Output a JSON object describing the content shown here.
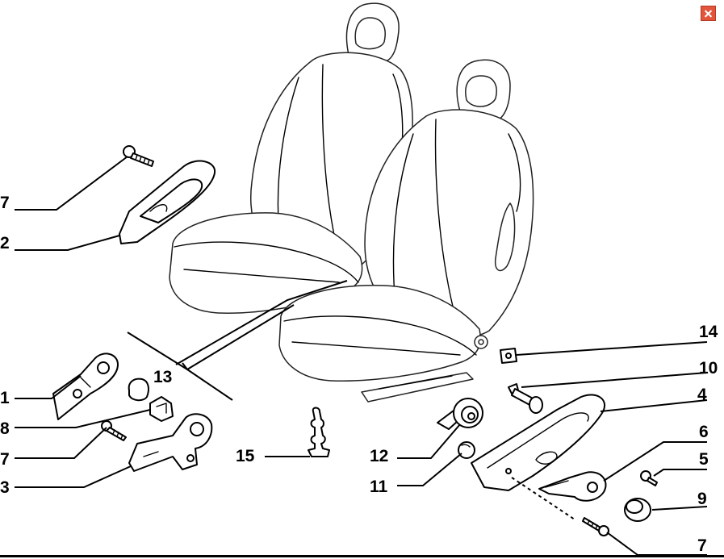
{
  "window": {
    "close_icon": "close-icon",
    "accent_color": "#e2553b"
  },
  "diagram": {
    "callouts": [
      {
        "id": "7",
        "label": "7"
      },
      {
        "id": "2",
        "label": "2"
      },
      {
        "id": "1",
        "label": "1"
      },
      {
        "id": "13",
        "label": "13"
      },
      {
        "id": "8",
        "label": "8"
      },
      {
        "id": "7b",
        "label": "7"
      },
      {
        "id": "3",
        "label": "3"
      },
      {
        "id": "15",
        "label": "15"
      },
      {
        "id": "12",
        "label": "12"
      },
      {
        "id": "11",
        "label": "11"
      },
      {
        "id": "14",
        "label": "14"
      },
      {
        "id": "10",
        "label": "10"
      },
      {
        "id": "4",
        "label": "4"
      },
      {
        "id": "6",
        "label": "6"
      },
      {
        "id": "5",
        "label": "5"
      },
      {
        "id": "9",
        "label": "9"
      },
      {
        "id": "7c",
        "label": "7"
      }
    ]
  }
}
